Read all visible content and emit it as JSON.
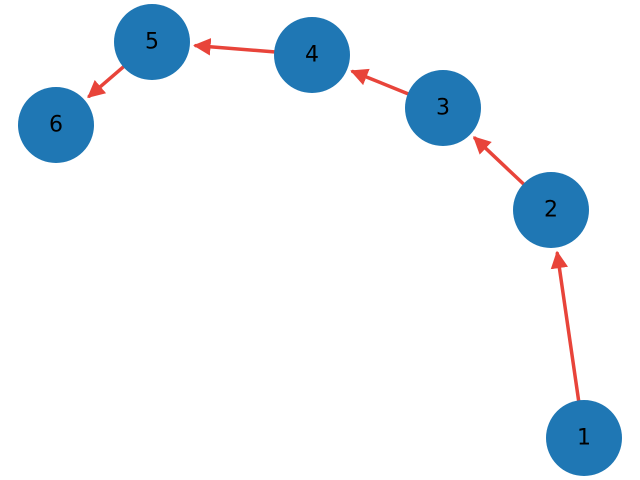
{
  "colors": {
    "node_fill": "#1f77b4",
    "edge_color": "#e8443a",
    "label_color": "#000000"
  },
  "nodes": [
    {
      "id": "1",
      "label": "1"
    },
    {
      "id": "2",
      "label": "2"
    },
    {
      "id": "3",
      "label": "3"
    },
    {
      "id": "4",
      "label": "4"
    },
    {
      "id": "5",
      "label": "5"
    },
    {
      "id": "6",
      "label": "6"
    }
  ],
  "edges": [
    {
      "from": "1",
      "to": "2"
    },
    {
      "from": "2",
      "to": "3"
    },
    {
      "from": "3",
      "to": "4"
    },
    {
      "from": "4",
      "to": "5"
    },
    {
      "from": "5",
      "to": "6"
    }
  ]
}
